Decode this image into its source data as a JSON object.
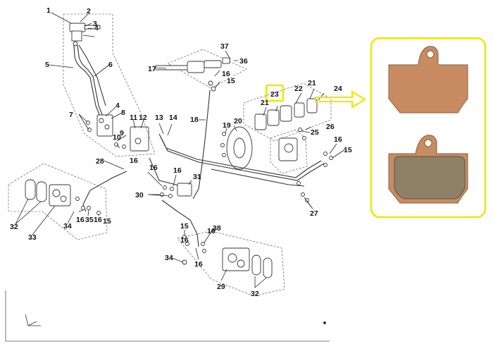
{
  "diagram": {
    "callouts": {
      "c1": "1",
      "c2": "2",
      "c3": "3",
      "c4": "4",
      "c5": "5",
      "c6": "6",
      "c7": "7",
      "c8": "8",
      "c9": "9",
      "c10": "10",
      "c11": "11",
      "c12": "12",
      "c13": "13",
      "c14": "14",
      "c15a": "15",
      "c15b": "15",
      "c15c": "15",
      "c15d": "15",
      "c16a": "16",
      "c16b": "16",
      "c16c": "16",
      "c16d": "16",
      "c16e": "16",
      "c16f": "16",
      "c16g": "16",
      "c16h": "16",
      "c16i": "16",
      "c16j": "16",
      "c17": "17",
      "c18": "18",
      "c19": "19",
      "c20": "20",
      "c21a": "21",
      "c21b": "21",
      "c22": "22",
      "c23": "23",
      "c24": "24",
      "c25": "25",
      "c26": "26",
      "c27": "27",
      "c28": "28",
      "c29": "29",
      "c30": "30",
      "c31": "31",
      "c32a": "32",
      "c32b": "32",
      "c33": "33",
      "c34a": "34",
      "c34b": "34",
      "c35": "35",
      "c36": "36",
      "c37": "37",
      "c38": "38"
    },
    "highlight_color": "#f2e600",
    "pad_backing_color": "#c98c62",
    "pad_friction_color": "#8f8068"
  }
}
